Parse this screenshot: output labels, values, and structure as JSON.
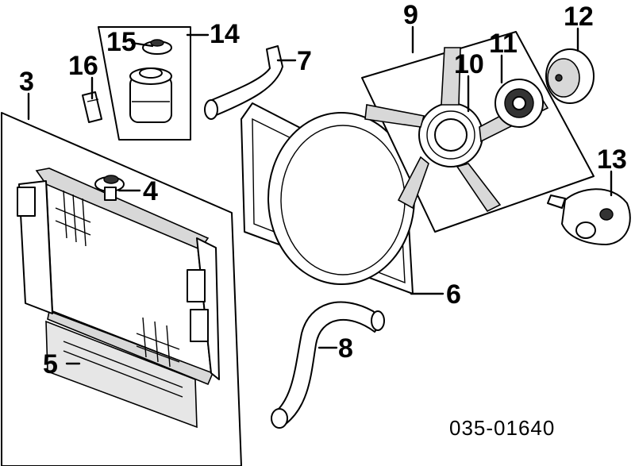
{
  "diagram_code": "035-01640",
  "callouts": [
    {
      "id": "c1",
      "label": "3"
    },
    {
      "id": "c2",
      "label": "16"
    },
    {
      "id": "c3",
      "label": "15"
    },
    {
      "id": "c4",
      "label": "14"
    },
    {
      "id": "c5",
      "label": "7"
    },
    {
      "id": "c6",
      "label": "9"
    },
    {
      "id": "c7",
      "label": "10"
    },
    {
      "id": "c8",
      "label": "11"
    },
    {
      "id": "c9",
      "label": "12"
    },
    {
      "id": "c10",
      "label": "13"
    },
    {
      "id": "c11",
      "label": "4"
    },
    {
      "id": "c12",
      "label": "6"
    },
    {
      "id": "c13",
      "label": "8"
    },
    {
      "id": "c14",
      "label": "5"
    }
  ]
}
